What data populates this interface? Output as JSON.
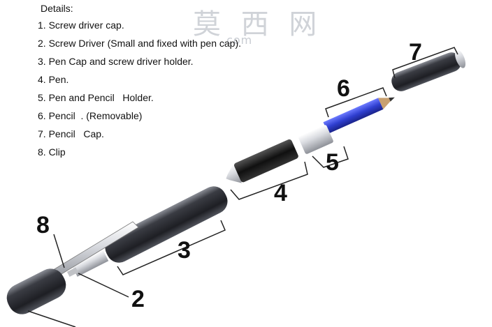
{
  "details": {
    "heading": "Details:",
    "items": [
      "1. Screw driver cap.",
      "2. Screw Driver (Small and fixed with pen cap).",
      "3. Pen Cap and screw driver holder.",
      "4. Pen.",
      "5. Pen and Pencil   Holder.",
      "6. Pencil  . (Removable)",
      "7. Pencil   Cap.",
      "8. Clip"
    ]
  },
  "watermark": {
    "chinese": "莫 西 网",
    "url": ".com"
  },
  "callouts": [
    "2",
    "3",
    "4",
    "5",
    "6",
    "7",
    "8"
  ],
  "colors": {
    "body_dark": "#2b2d33",
    "silver": "#d6d8dc",
    "pencil_blue": "#2f3fd0",
    "wood": "#c8a070"
  }
}
